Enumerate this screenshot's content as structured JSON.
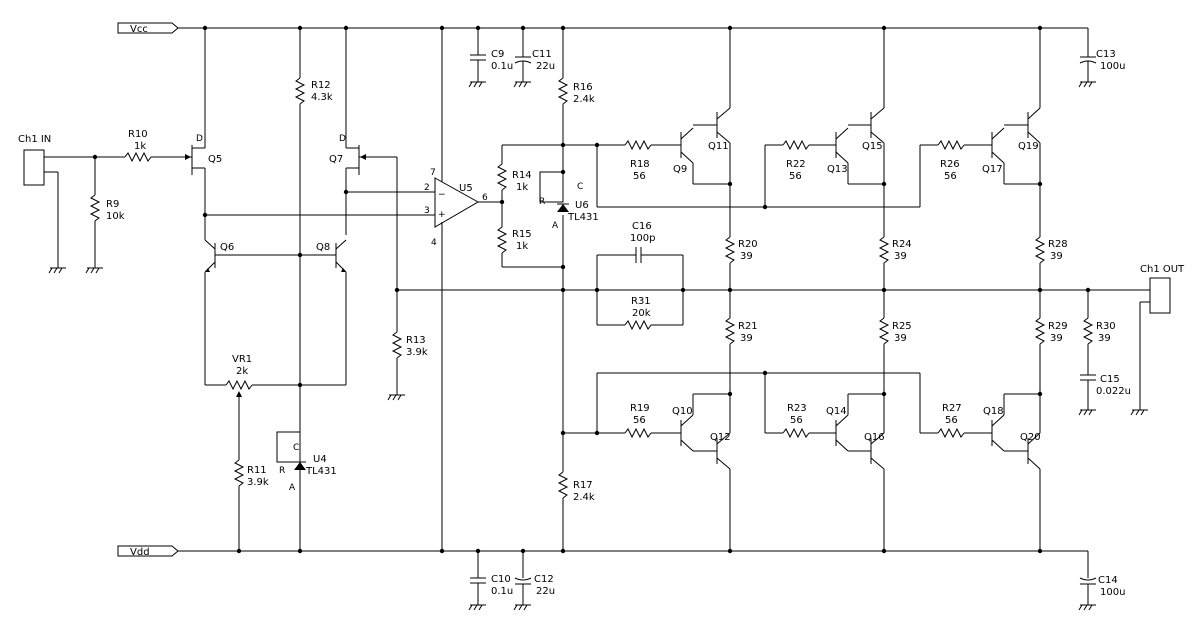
{
  "rails": {
    "vcc": "Vcc",
    "vdd": "Vdd"
  },
  "connectors": {
    "in": "Ch1 IN",
    "out": "Ch1 OUT"
  },
  "components": {
    "R9": {
      "ref": "R9",
      "value": "10k"
    },
    "R10": {
      "ref": "R10",
      "value": "1k"
    },
    "R11": {
      "ref": "R11",
      "value": "3.9k"
    },
    "R12": {
      "ref": "R12",
      "value": "4.3k"
    },
    "R13": {
      "ref": "R13",
      "value": "3.9k"
    },
    "R14": {
      "ref": "R14",
      "value": "1k"
    },
    "R15": {
      "ref": "R15",
      "value": "1k"
    },
    "R16": {
      "ref": "R16",
      "value": "2.4k"
    },
    "R17": {
      "ref": "R17",
      "value": "2.4k"
    },
    "R18": {
      "ref": "R18",
      "value": "56"
    },
    "R19": {
      "ref": "R19",
      "value": "56"
    },
    "R20": {
      "ref": "R20",
      "value": "39"
    },
    "R21": {
      "ref": "R21",
      "value": "39"
    },
    "R22": {
      "ref": "R22",
      "value": "56"
    },
    "R23": {
      "ref": "R23",
      "value": "56"
    },
    "R24": {
      "ref": "R24",
      "value": "39"
    },
    "R25": {
      "ref": "R25",
      "value": "39"
    },
    "R26": {
      "ref": "R26",
      "value": "56"
    },
    "R27": {
      "ref": "R27",
      "value": "56"
    },
    "R28": {
      "ref": "R28",
      "value": "39"
    },
    "R29": {
      "ref": "R29",
      "value": "39"
    },
    "R30": {
      "ref": "R30",
      "value": "39"
    },
    "R31": {
      "ref": "R31",
      "value": "20k"
    },
    "VR1": {
      "ref": "VR1",
      "value": "2k"
    },
    "C9": {
      "ref": "C9",
      "value": "0.1u"
    },
    "C10": {
      "ref": "C10",
      "value": "0.1u"
    },
    "C11": {
      "ref": "C11",
      "value": "22u"
    },
    "C12": {
      "ref": "C12",
      "value": "22u"
    },
    "C13": {
      "ref": "C13",
      "value": "100u"
    },
    "C14": {
      "ref": "C14",
      "value": "100u"
    },
    "C15": {
      "ref": "C15",
      "value": "0.022u"
    },
    "C16": {
      "ref": "C16",
      "value": "100p"
    },
    "U4": {
      "ref": "U4",
      "value": "TL431"
    },
    "U6": {
      "ref": "U6",
      "value": "TL431"
    },
    "U5": {
      "ref": "U5"
    },
    "Q5": "Q5",
    "Q6": "Q6",
    "Q7": "Q7",
    "Q8": "Q8",
    "Q9": "Q9",
    "Q10": "Q10",
    "Q11": "Q11",
    "Q12": "Q12",
    "Q13": "Q13",
    "Q14": "Q14",
    "Q15": "Q15",
    "Q16": "Q16",
    "Q17": "Q17",
    "Q18": "Q18",
    "Q19": "Q19",
    "Q20": "Q20"
  },
  "pins": {
    "u5_p7": "7",
    "u5_p2": "2",
    "u5_p3": "3",
    "u5_p4": "4",
    "u5_p6": "6",
    "minus": "−",
    "plus": "+",
    "d": "D",
    "r": "R",
    "c": "C",
    "a": "A"
  }
}
